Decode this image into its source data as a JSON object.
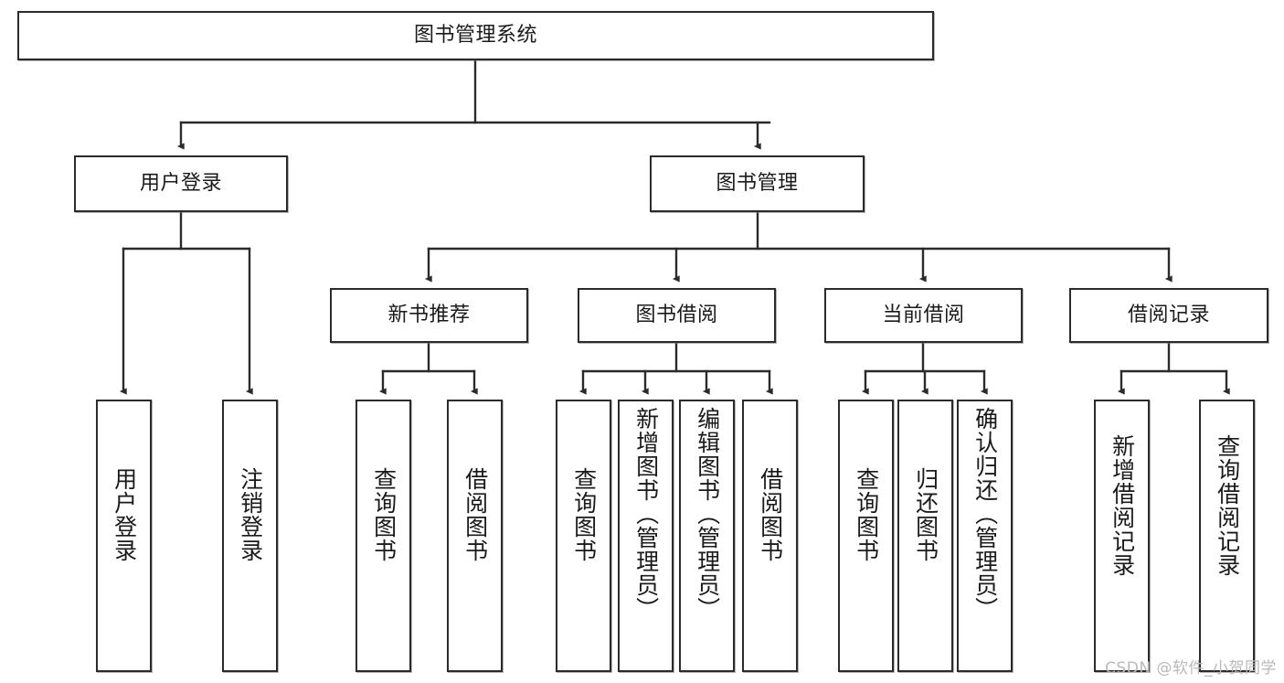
{
  "diagram": {
    "title": "图书管理系统",
    "watermark": "CSDN @软件_小贺同学",
    "stroke_color": "#2b2b2b",
    "fill_color": "#ffffff",
    "text_color": "#1a1a1a",
    "watermark_color": "#b9b9b9",
    "root": {
      "label": "图书管理系统"
    },
    "level1": [
      {
        "label": "用户登录"
      },
      {
        "label": "图书管理"
      }
    ],
    "level2": [
      {
        "label": "新书推荐"
      },
      {
        "label": "图书借阅"
      },
      {
        "label": "当前借阅"
      },
      {
        "label": "借阅记录"
      }
    ],
    "leaves": {
      "user_login": [
        {
          "label": "用户登录"
        },
        {
          "label": "注销登录"
        }
      ],
      "new_book_recommend": [
        {
          "label": "查询图书"
        },
        {
          "label": "借阅图书"
        }
      ],
      "book_borrow": [
        {
          "label": "查询图书"
        },
        {
          "label": "新增图书（管理员）"
        },
        {
          "label": "编辑图书（管理员）"
        },
        {
          "label": "借阅图书"
        }
      ],
      "current_borrow": [
        {
          "label": "查询图书"
        },
        {
          "label": "归还图书"
        },
        {
          "label": "确认归还（管理员）"
        }
      ],
      "borrow_record": [
        {
          "label": "新增借阅记录"
        },
        {
          "label": "查询借阅记录"
        }
      ]
    }
  }
}
